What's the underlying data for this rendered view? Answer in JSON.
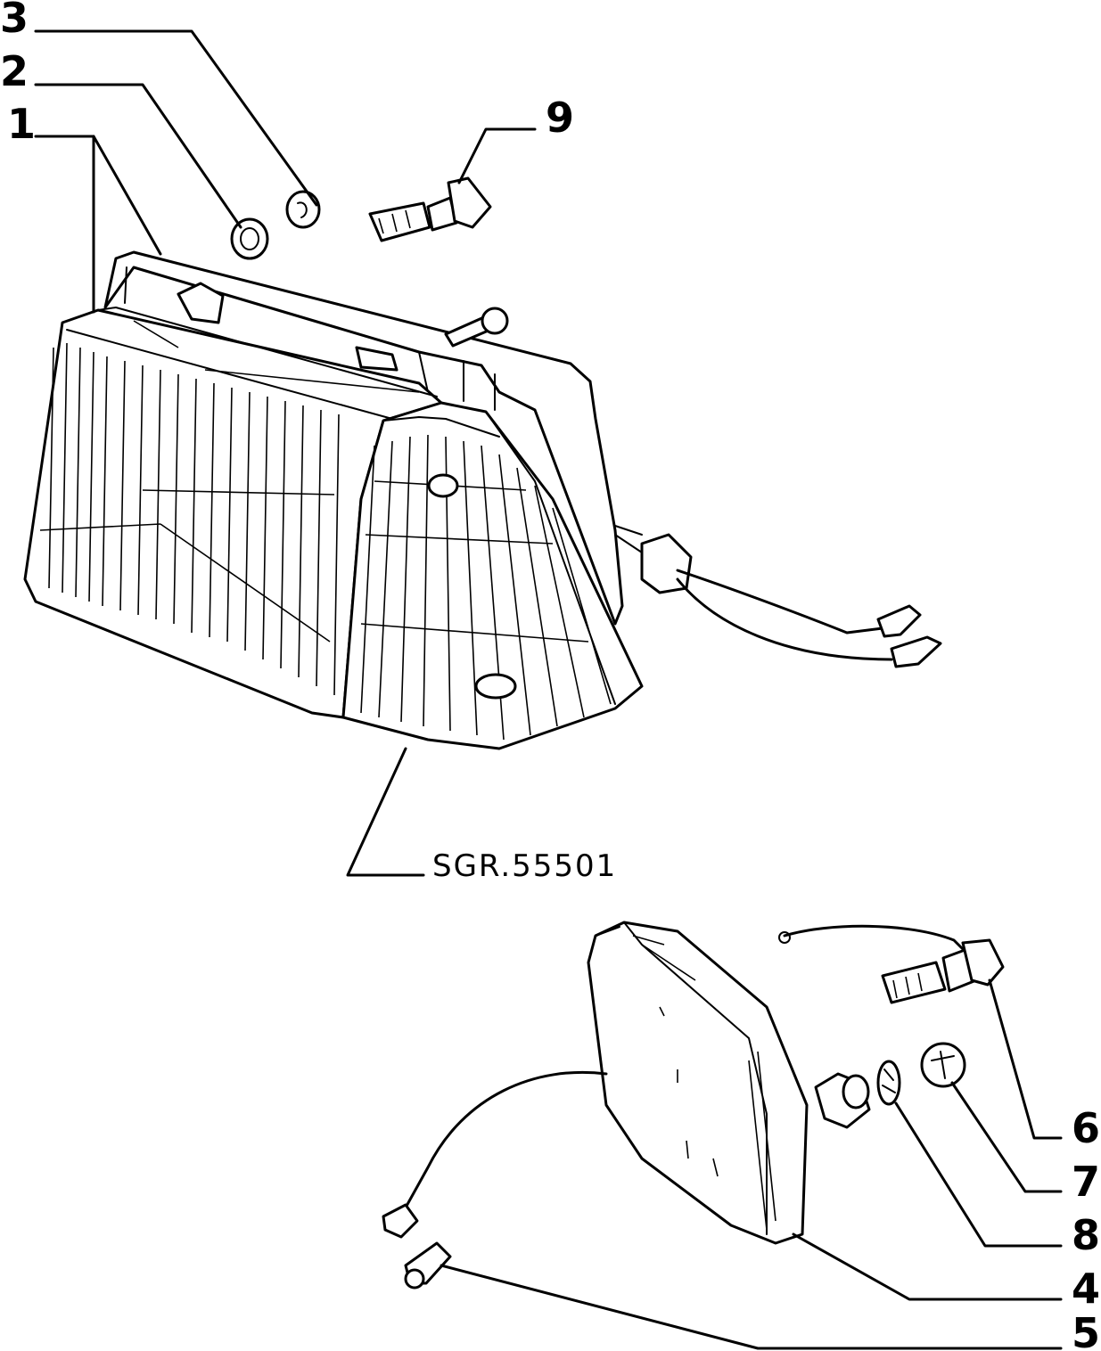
{
  "diagram": {
    "reference_code": "SGR.55501",
    "callouts": [
      {
        "id": "1",
        "label": "1"
      },
      {
        "id": "2",
        "label": "2"
      },
      {
        "id": "3",
        "label": "3"
      },
      {
        "id": "4",
        "label": "4"
      },
      {
        "id": "5",
        "label": "5"
      },
      {
        "id": "6",
        "label": "6"
      },
      {
        "id": "7",
        "label": "7"
      },
      {
        "id": "8",
        "label": "8"
      },
      {
        "id": "9",
        "label": "9"
      }
    ]
  }
}
